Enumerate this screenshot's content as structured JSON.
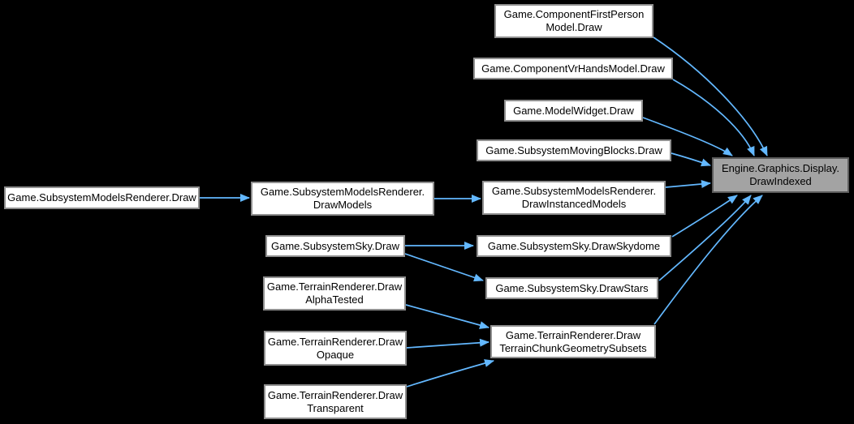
{
  "diagram": {
    "type": "call-graph",
    "background": "#000000",
    "colors": {
      "background": "#000000",
      "edge-color": "#63b8ff",
      "node-fill": "#ffffff",
      "node-border": "#8f8f8f",
      "node-text": "#000000",
      "target-fill": "#a3a3a3",
      "target-border": "#5c5c5c"
    },
    "nodes": {
      "fp": {
        "label": "Game.ComponentFirstPersonModel.Draw",
        "line1": "Game.ComponentFirstPerson",
        "line2": "Model.Draw"
      },
      "vr": {
        "label": "Game.ComponentVrHandsModel.Draw",
        "line1": "Game.ComponentVrHandsModel.Draw"
      },
      "mw": {
        "label": "Game.ModelWidget.Draw",
        "line1": "Game.ModelWidget.Draw"
      },
      "mb": {
        "label": "Game.SubsystemMovingBlocks.Draw",
        "line1": "Game.SubsystemMovingBlocks.Draw"
      },
      "smr": {
        "label": "Game.SubsystemModelsRenderer.Draw",
        "line1": "Game.SubsystemModelsRenderer.Draw"
      },
      "dm": {
        "label": "Game.SubsystemModelsRenderer.DrawModels",
        "line1": "Game.SubsystemModelsRenderer.",
        "line2": "DrawModels"
      },
      "dim": {
        "label": "Game.SubsystemModelsRenderer.DrawInstancedModels",
        "line1": "Game.SubsystemModelsRenderer.",
        "line2": "DrawInstancedModels"
      },
      "sky": {
        "label": "Game.SubsystemSky.Draw",
        "line1": "Game.SubsystemSky.Draw"
      },
      "skydome": {
        "label": "Game.SubsystemSky.DrawSkydome",
        "line1": "Game.SubsystemSky.DrawSkydome"
      },
      "stars": {
        "label": "Game.SubsystemSky.DrawStars",
        "line1": "Game.SubsystemSky.DrawStars"
      },
      "alpha": {
        "label": "Game.TerrainRenderer.DrawAlphaTested",
        "line1": "Game.TerrainRenderer.Draw",
        "line2": "AlphaTested"
      },
      "opaque": {
        "label": "Game.TerrainRenderer.DrawOpaque",
        "line1": "Game.TerrainRenderer.Draw",
        "line2": "Opaque"
      },
      "transparent": {
        "label": "Game.TerrainRenderer.DrawTransparent",
        "line1": "Game.TerrainRenderer.Draw",
        "line2": "Transparent"
      },
      "tcgs": {
        "label": "Game.TerrainRenderer.DrawTerrainChunkGeometrySubsets",
        "line1": "Game.TerrainRenderer.Draw",
        "line2": "TerrainChunkGeometrySubsets"
      },
      "target": {
        "label": "Engine.Graphics.Display.DrawIndexed",
        "line1": "Engine.Graphics.Display.",
        "line2": "DrawIndexed",
        "highlighted": true
      }
    },
    "edges": [
      {
        "from": "Game.SubsystemModelsRenderer.Draw",
        "to": "Game.SubsystemModelsRenderer.DrawModels"
      },
      {
        "from": "Game.SubsystemModelsRenderer.DrawModels",
        "to": "Game.SubsystemModelsRenderer.DrawInstancedModels"
      },
      {
        "from": "Game.SubsystemModelsRenderer.DrawInstancedModels",
        "to": "Engine.Graphics.Display.DrawIndexed"
      },
      {
        "from": "Game.ComponentFirstPersonModel.Draw",
        "to": "Engine.Graphics.Display.DrawIndexed"
      },
      {
        "from": "Game.ComponentVrHandsModel.Draw",
        "to": "Engine.Graphics.Display.DrawIndexed"
      },
      {
        "from": "Game.ModelWidget.Draw",
        "to": "Engine.Graphics.Display.DrawIndexed"
      },
      {
        "from": "Game.SubsystemMovingBlocks.Draw",
        "to": "Engine.Graphics.Display.DrawIndexed"
      },
      {
        "from": "Game.SubsystemSky.Draw",
        "to": "Game.SubsystemSky.DrawSkydome"
      },
      {
        "from": "Game.SubsystemSky.Draw",
        "to": "Game.SubsystemSky.DrawStars"
      },
      {
        "from": "Game.SubsystemSky.DrawSkydome",
        "to": "Engine.Graphics.Display.DrawIndexed"
      },
      {
        "from": "Game.SubsystemSky.DrawStars",
        "to": "Engine.Graphics.Display.DrawIndexed"
      },
      {
        "from": "Game.TerrainRenderer.DrawAlphaTested",
        "to": "Game.TerrainRenderer.DrawTerrainChunkGeometrySubsets"
      },
      {
        "from": "Game.TerrainRenderer.DrawOpaque",
        "to": "Game.TerrainRenderer.DrawTerrainChunkGeometrySubsets"
      },
      {
        "from": "Game.TerrainRenderer.DrawTransparent",
        "to": "Game.TerrainRenderer.DrawTerrainChunkGeometrySubsets"
      },
      {
        "from": "Game.TerrainRenderer.DrawTerrainChunkGeometrySubsets",
        "to": "Engine.Graphics.Display.DrawIndexed"
      }
    ]
  }
}
